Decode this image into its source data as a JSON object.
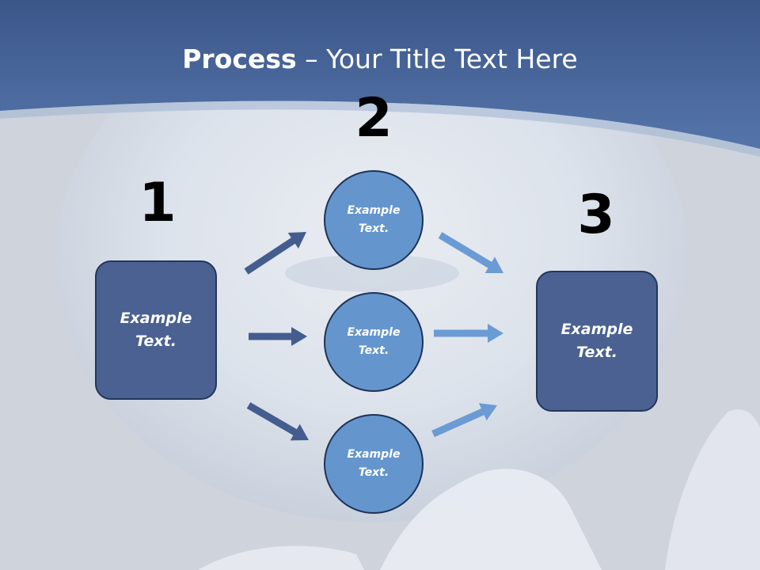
{
  "title": {
    "bold": "Process",
    "rest": " – Your Title Text Here"
  },
  "steps": {
    "one": "1",
    "two": "2",
    "three": "3"
  },
  "left_box": {
    "text": "Example Text."
  },
  "right_box": {
    "text": "Example Text."
  },
  "circles": [
    {
      "text": "Example Text."
    },
    {
      "text": "Example Text."
    },
    {
      "text": "Example Text."
    }
  ],
  "colors": {
    "header": "#4a6699",
    "box_fill": "#4a6191",
    "circle_fill": "#6496cd",
    "dark_arrow": "#445d8f",
    "light_arrow": "#6b9bd4"
  }
}
